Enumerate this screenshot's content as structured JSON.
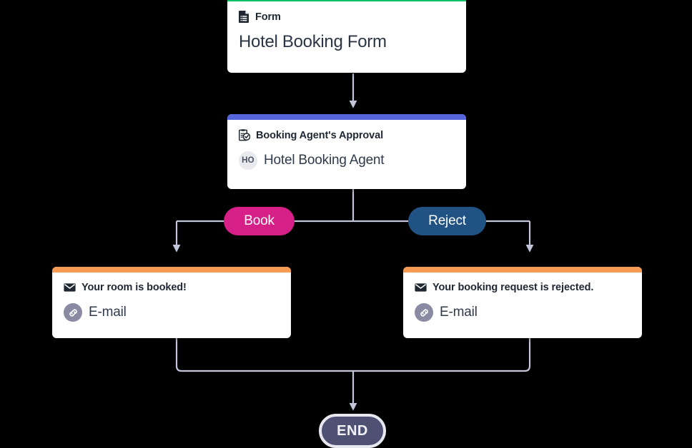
{
  "diagram": {
    "background_color": "#000000",
    "connector_color": "#c3c6da"
  },
  "nodes": {
    "form": {
      "bar_color": "#0fbf66",
      "type_label": "Form",
      "type_icon": "document-icon",
      "name": "Hotel Booking Form"
    },
    "approval": {
      "bar_color": "#5566dd",
      "type_label": "Booking Agent's Approval",
      "type_icon": "clipboard-check-icon",
      "assignee_initials": "HO",
      "assignee_name": "Hotel Booking Agent"
    },
    "email_approved": {
      "bar_color": "#f89b52",
      "type_icon": "envelope-icon",
      "subject": "Your room is booked!",
      "channel_icon": "link-icon",
      "channel_label": "E-mail"
    },
    "email_rejected": {
      "bar_color": "#f89b52",
      "type_icon": "envelope-icon",
      "subject": "Your booking request is rejected.",
      "channel_icon": "link-icon",
      "channel_label": "E-mail"
    },
    "end": {
      "label": "END",
      "fill_color": "#4f5173",
      "ring_color": "#e7e7ef"
    }
  },
  "branches": [
    {
      "label": "Book",
      "color": "#d61f87"
    },
    {
      "label": "Reject",
      "color": "#215284"
    }
  ]
}
